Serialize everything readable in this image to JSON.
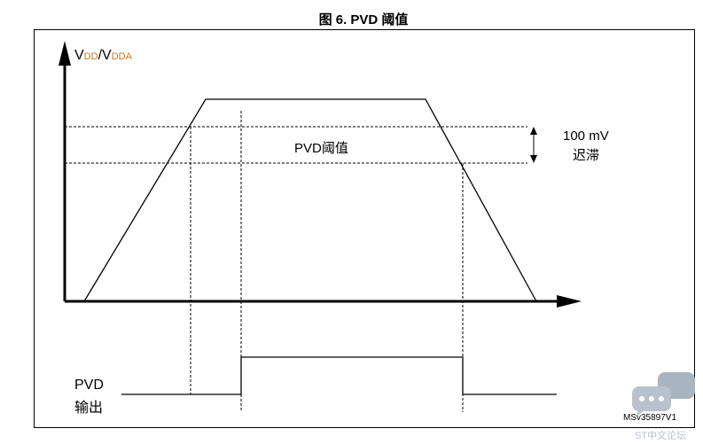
{
  "title": "图 6. PVD 阈值",
  "y_axis_label": {
    "v1": "V",
    "s1": "DD",
    "sep": "/V",
    "s2": "DDA"
  },
  "threshold_label": "PVD阈值",
  "hysteresis": {
    "value": "100 mV",
    "label": "迟滞"
  },
  "output_label": {
    "line1": "PVD",
    "line2": "输出"
  },
  "figure_id": "MSv35897V1",
  "watermark": "ST中文论坛"
}
